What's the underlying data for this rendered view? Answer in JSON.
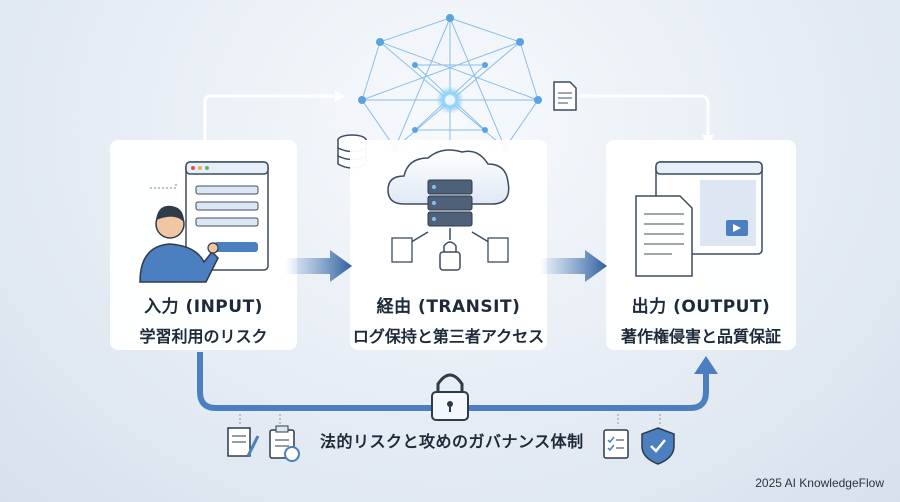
{
  "stages": [
    {
      "title": "入力 (INPUT)",
      "subtitle": "学習利用のリスク"
    },
    {
      "title": "経由 (TRANSIT)",
      "subtitle": "ログ保持と第三者アクセス"
    },
    {
      "title": "出力 (OUTPUT)",
      "subtitle": "著作権侵害と品質保証"
    }
  ],
  "footer": {
    "label": "法的リスクと攻めのガバナンス体制"
  },
  "credit": "2025 AI KnowledgeFlow",
  "icons": {
    "input": "user-at-browser-form-icon",
    "transit": "cloud-server-icon",
    "output": "document-and-video-window-icon",
    "network": "neural-network-icon",
    "database": "database-icon",
    "lock": "padlock-icon",
    "governance": [
      "edit-document-icon",
      "checklist-clipboard-icon",
      "approval-checklist-icon",
      "security-shield-icon"
    ]
  },
  "colors": {
    "accent": "#3f6fa8",
    "flow": "#4b7fbf",
    "glow": "#7fc4f0"
  }
}
